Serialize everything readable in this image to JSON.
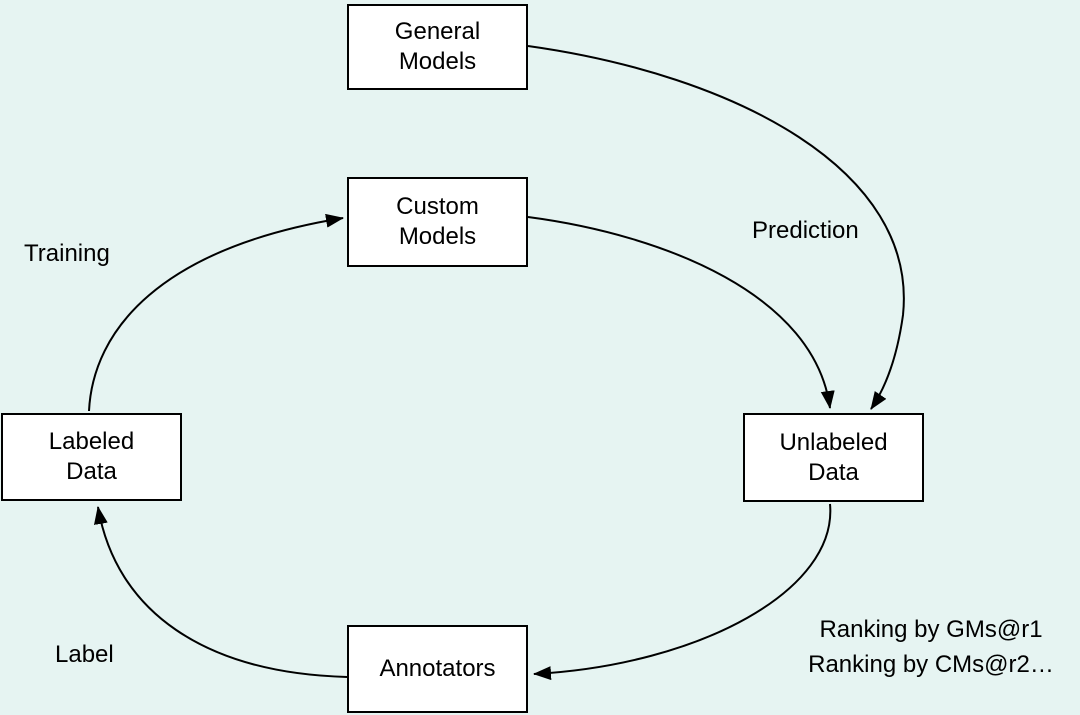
{
  "diagram": {
    "background_color": "#e6f4f2",
    "node_fill_color": "#ffffff",
    "node_border_color": "#000000",
    "arrow_color": "#000000",
    "nodes": {
      "general_models": {
        "lines": [
          "General",
          "Models"
        ]
      },
      "custom_models": {
        "lines": [
          "Custom",
          "Models"
        ]
      },
      "labeled_data": {
        "lines": [
          "Labeled",
          "Data"
        ]
      },
      "unlabeled_data": {
        "lines": [
          "Unlabeled",
          "Data"
        ]
      },
      "annotators": {
        "lines": [
          "Annotators"
        ]
      }
    },
    "edge_labels": {
      "training": "Training",
      "prediction": "Prediction",
      "label": "Label",
      "ranking": {
        "lines": [
          "Ranking by GMs@r1",
          "Ranking by CMs@r2…"
        ]
      }
    },
    "edges": [
      {
        "from": "general_models",
        "to": "unlabeled_data",
        "label": ""
      },
      {
        "from": "custom_models",
        "to": "unlabeled_data",
        "label": "Prediction"
      },
      {
        "from": "unlabeled_data",
        "to": "annotators",
        "label": "Ranking by GMs@r1 / Ranking by CMs@r2…"
      },
      {
        "from": "annotators",
        "to": "labeled_data",
        "label": "Label"
      },
      {
        "from": "labeled_data",
        "to": "custom_models",
        "label": "Training"
      }
    ]
  }
}
